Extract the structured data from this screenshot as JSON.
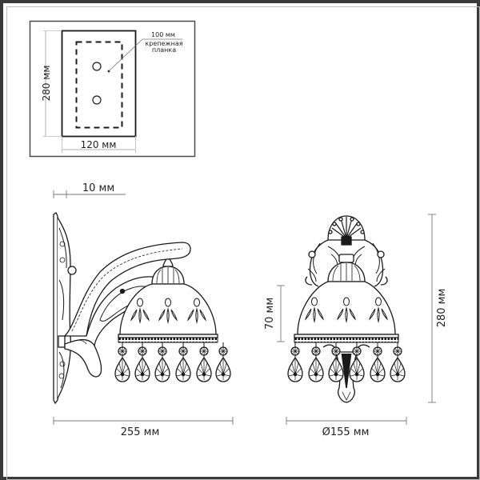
{
  "drawing": {
    "type": "wall sconce dimension drawing",
    "mounting_plate": {
      "height_label": "280 мм",
      "width_label": "120 мм",
      "bracket_size_label": "100 мм",
      "bracket_caption_line1": "крепежная",
      "bracket_caption_line2": "планка"
    },
    "side_view": {
      "wall_offset_label": "10 мм",
      "depth_label": "255 мм"
    },
    "front_view": {
      "shade_height_label": "70 мм",
      "diameter_label": "Ø155 мм",
      "total_height_label": "280 мм"
    },
    "colors": {
      "line": "#1a1a1a",
      "dimension_line": "#777777",
      "frame": "#3a3a3a"
    }
  }
}
